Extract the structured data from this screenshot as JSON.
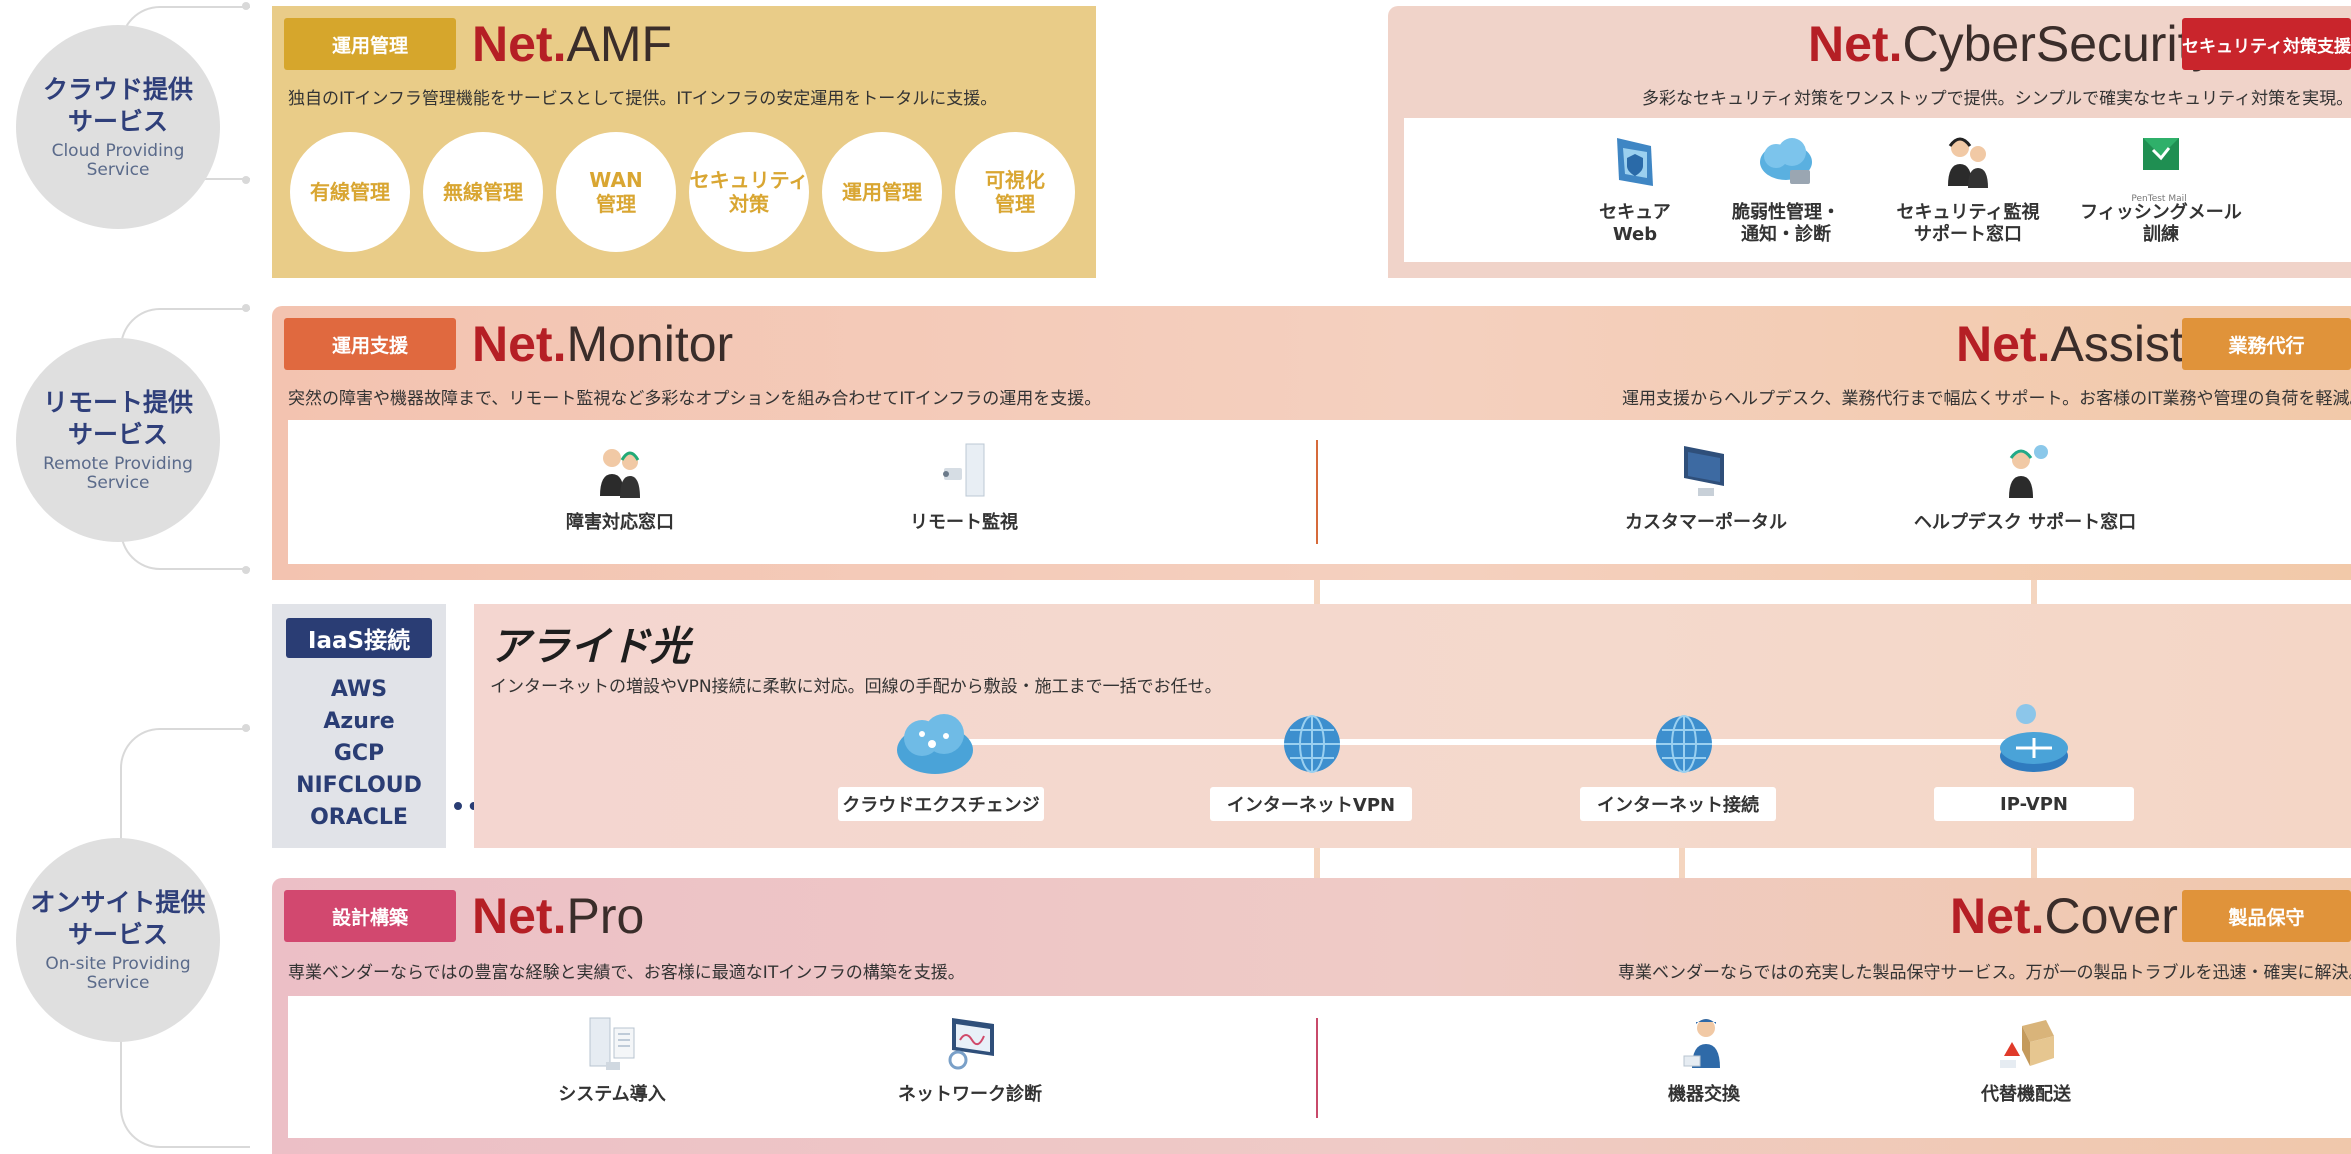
{
  "sections": {
    "cloud": {
      "jp": "クラウド提供\nサービス",
      "jp1": "クラウド提供",
      "jp2": "サービス",
      "en1": "Cloud Providing",
      "en2": "Service"
    },
    "remote": {
      "jp1": "リモート提供",
      "jp2": "サービス",
      "en1": "Remote Providing",
      "en2": "Service"
    },
    "onsite": {
      "jp1": "オンサイト提供",
      "jp2": "サービス",
      "en1": "On-site Providing",
      "en2": "Service"
    }
  },
  "amf": {
    "tag": "運用管理",
    "brand_bold": "Net.",
    "brand_rest": "AMF",
    "desc": "独自のITインフラ管理機能をサービスとして提供。ITインフラの安定運用をトータルに支援。",
    "items": [
      {
        "l1": "有線管理",
        "l2": ""
      },
      {
        "l1": "無線管理",
        "l2": ""
      },
      {
        "l1": "WAN",
        "l2": "管理"
      },
      {
        "l1": "セキュリティ",
        "l2": "対策"
      },
      {
        "l1": "運用管理",
        "l2": ""
      },
      {
        "l1": "可視化",
        "l2": "管理"
      }
    ],
    "color": "#e9cc88"
  },
  "cyber": {
    "tag": "セキュリティ対策支援",
    "brand_bold": "Net.",
    "brand_rest": "CyberSecurity",
    "desc": "多彩なセキュリティ対策をワンストップで提供。シンプルで確実なセキュリティ対策を実現。",
    "items": [
      {
        "l1": "セキュア",
        "l2": "Web"
      },
      {
        "l1": "脆弱性管理・",
        "l2": "通知・診断"
      },
      {
        "l1": "セキュリティ監視",
        "l2": "サポート窓口"
      },
      {
        "l1": "フィッシングメール",
        "l2": "訓練"
      }
    ],
    "logo_text": "PenTest Mail"
  },
  "monitor": {
    "tag": "運用支援",
    "brand_bold": "Net.",
    "brand_rest": "Monitor",
    "desc": "突然の障害や機器故障まで、リモート監視など多彩なオプションを組み合わせてITインフラの運用を支援。",
    "items": [
      "障害対応窓口",
      "リモート監視"
    ]
  },
  "assist": {
    "tag": "業務代行",
    "brand_bold": "Net.",
    "brand_rest": "Assist",
    "desc": "運用支援からヘルプデスク、業務代行まで幅広くサポート。お客様のIT業務や管理の負荷を軽減。",
    "items": [
      "カスタマーポータル",
      "ヘルプデスク サポート窓口"
    ]
  },
  "iaas": {
    "title": "IaaS接続",
    "providers": [
      "AWS",
      "Azure",
      "GCP",
      "NIFCLOUD",
      "ORACLE"
    ]
  },
  "hikari": {
    "brand": "アライド光",
    "desc": "インターネットの増設やVPN接続に柔軟に対応。回線の手配から敷設・施工まで一括でお任せ。",
    "nodes": [
      "クラウドエクスチェンジ",
      "インターネットVPN",
      "インターネット接続",
      "IP-VPN"
    ]
  },
  "pro": {
    "tag": "設計構築",
    "brand_bold": "Net.",
    "brand_rest": "Pro",
    "desc": "専業ベンダーならではの豊富な経験と実績で、お客様に最適なITインフラの構築を支援。",
    "items": [
      "システム導入",
      "ネットワーク診断"
    ]
  },
  "cover": {
    "tag": "製品保守",
    "brand_bold": "Net.",
    "brand_rest": "Cover",
    "desc": "専業ベンダーならではの充実した製品保守サービス。万が一の製品トラブルを迅速・確実に解決。",
    "items": [
      "機器交換",
      "代替機配送"
    ]
  },
  "colors": {
    "brand_red": "#b51f25",
    "navy": "#2f3f7a",
    "amf_tag": "#d6a62c",
    "orange_tag": "#e0693f",
    "pink_tag": "#d2486f",
    "cover_tag": "#e0933a",
    "cyber_tag": "#c9252c"
  }
}
